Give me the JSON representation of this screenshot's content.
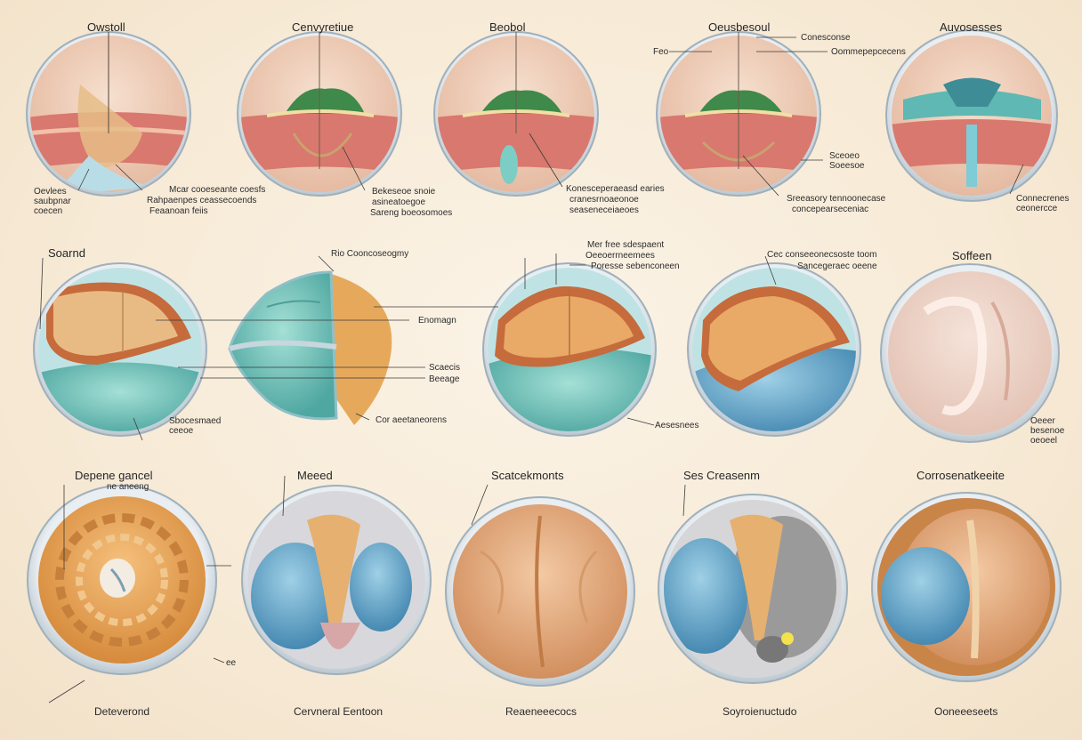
{
  "colors": {
    "background": "#f8ecd9",
    "tissue_pink": "#f0cdb8",
    "muscle_red": "#d9786e",
    "teal": "#7fc9c0",
    "blue": "#6aa8c9",
    "orange": "#e8a35a",
    "leaf_green": "#3f8a4a"
  },
  "row1": {
    "titles": [
      "Owstoll",
      "Cenvyretiue",
      "Beobol",
      "Oeusbesoul",
      "Auvosesses"
    ],
    "labels": {
      "p1": "Oevlees\nsaubpnar\ncoecen",
      "p2a": "Mcar cooeseante coesfs",
      "p2b": "Rahpaenpes ceassecoends",
      "p2c": "Feaanoan feiis",
      "p3a": "Bekeseoe snoie",
      "p3b": "asineatoegoe",
      "p3c": "Sareng boeosomoes",
      "p4a": "Konesceperaeasd earies",
      "p4b": "cranesrnoaeonoe",
      "p4c": "seaseneceiaeoes",
      "p5a": "Feo",
      "p5b": "Conesconse",
      "p5c": "Oommepepcecens",
      "p5d": "Sceoeo\nSoeesoe",
      "p5e": "Sreeasory tennoonecase",
      "p5f": "concepearseceniac",
      "p5g": "Connecrenes\nceonercce"
    }
  },
  "row2": {
    "titles": [
      "Soarnd",
      "Rio Cooncoseogmy",
      "Soffeen"
    ],
    "labels": {
      "a": "Enomagn",
      "b": "Scaecis",
      "c": "Beeage",
      "d": "Sbocesmaed\nceeoe",
      "e": "Cor aeetaneorens",
      "f": "Mer free sdespaent",
      "g": "Oeeoerrneemees",
      "h": "Poresse sebenconeen",
      "i": "Cec conseeonecsoste toom",
      "j": "Sancegeraec oeene",
      "k": "Aesesnees",
      "l": "Oeeer\nbesenoe\noeoeel"
    }
  },
  "row3": {
    "titles": [
      "Depene gancel",
      "Meeed",
      "Scatcekmonts",
      "Ses Creasenm",
      "Corrosenatkeeite"
    ],
    "captions": [
      "Deteverond",
      "Cervneral Eentoon",
      "Reaeneeecocs",
      "Soyroienuctudo",
      "Ooneeeseets"
    ],
    "labels": {
      "a": "ne aneeng",
      "b": "ee"
    }
  }
}
